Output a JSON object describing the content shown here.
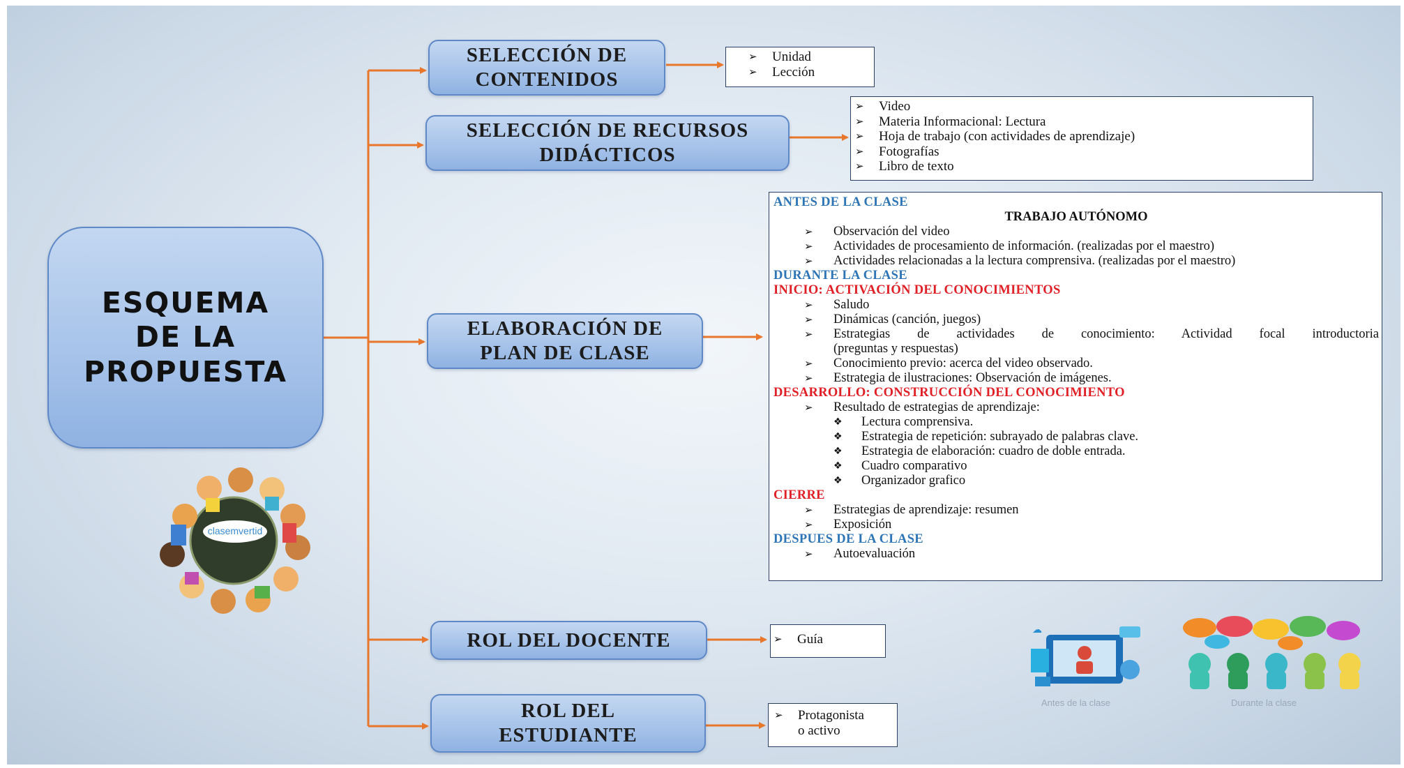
{
  "diagram": {
    "root": {
      "lines": [
        "ESQUEMA",
        "DE LA",
        "PROPUESTA"
      ]
    },
    "nodes": {
      "contenidos": {
        "lines": [
          "SELECCIÓN DE",
          "CONTENIDOS"
        ],
        "items": [
          "Unidad",
          "Lección"
        ]
      },
      "recursos": {
        "lines": [
          "SELECCIÓN DE RECURSOS",
          "DIDÁCTICOS"
        ],
        "items": [
          "Video",
          "Materia Informacional: Lectura",
          "Hoja de trabajo (con actividades de aprendizaje)",
          "Fotografías",
          "Libro de texto"
        ]
      },
      "plan": {
        "lines": [
          "ELABORACIÓN DE",
          "PLAN DE CLASE"
        ]
      },
      "docente": {
        "lines": [
          "ROL DEL DOCENTE"
        ],
        "items": [
          "Guía"
        ]
      },
      "estudiante": {
        "lines": [
          "ROL DEL",
          "ESTUDIANTE"
        ],
        "items": [
          "Protagonista",
          "o activo"
        ]
      }
    },
    "plan_detail": {
      "antes_heading": "ANTES DE LA CLASE",
      "trabajo": "TRABAJO AUTÓNOMO",
      "antes_items": [
        "Observación del video",
        "Actividades de procesamiento de información. (realizadas por el maestro)",
        "Actividades relacionadas a la lectura comprensiva. (realizadas por el maestro)"
      ],
      "durante_heading": "DURANTE LA CLASE",
      "inicio_heading": "INICIO: ACTIVACIÓN DEL CONOCIMIENTOS",
      "inicio_items": [
        "Saludo",
        "Dinámicas (canción, juegos)"
      ],
      "inicio_estrategias_line1": "Estrategias de actividades de conocimiento: Actividad focal introductoria",
      "inicio_estrategias_line2": "(preguntas y respuestas)",
      "inicio_items_b": [
        "Conocimiento previo: acerca del video observado.",
        "Estrategia de ilustraciones: Observación de imágenes."
      ],
      "desarrollo_heading": "DESARROLLO: CONSTRUCCIÓN DEL CONOCIMIENTO",
      "desarrollo_item": "Resultado de estrategias de aprendizaje:",
      "desarrollo_subitems": [
        "Lectura comprensiva.",
        "Estrategia de repetición: subrayado de palabras clave.",
        "Estrategia de elaboración: cuadro de doble entrada.",
        "Cuadro comparativo",
        "Organizador grafico"
      ],
      "cierre_heading": "CIERRE",
      "cierre_items": [
        "Estrategias de aprendizaje: resumen",
        "Exposición"
      ],
      "despues_heading": "DESPUES DE LA CLASE",
      "despues_items": [
        "Autoevaluación"
      ]
    },
    "logo_text": "clasemvertid",
    "captions": [
      "Antes de la clase",
      "Durante la clase"
    ],
    "colors": {
      "arrow": "#e8762b",
      "heading_blue": "#2e75b6",
      "heading_red": "#e01f26",
      "node_fill": "#a8c4ea"
    }
  }
}
